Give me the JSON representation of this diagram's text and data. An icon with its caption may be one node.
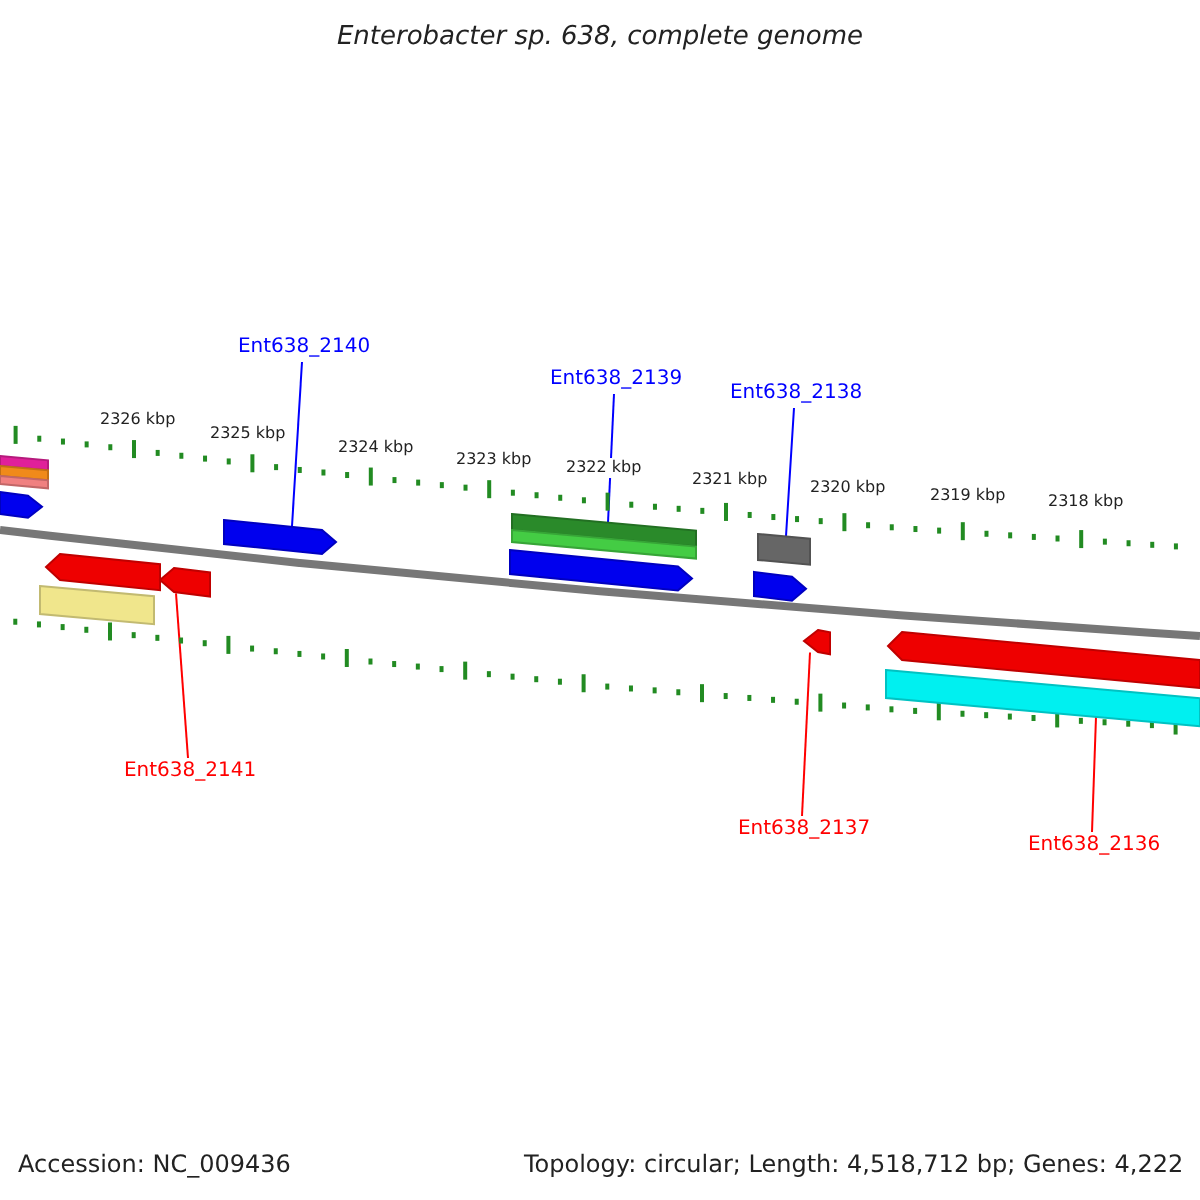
{
  "diagram": {
    "title": "Enterobacter sp. 638, complete genome",
    "nodes": [
      {
        "text": [
          "Ent638_2140"
        ]
      },
      {
        "text": [
          "Ent638_2139"
        ]
      },
      {
        "text": [
          "Ent638_2138"
        ]
      },
      {
        "text": [
          "Ent638_2141"
        ]
      },
      {
        "text": [
          "Ent638_2137"
        ]
      },
      {
        "text": [
          "Ent638_2136"
        ]
      },
      {
        "text": [],
        "shape": "bar"
      },
      {
        "text": [],
        "shape": "bar"
      },
      {
        "text": [],
        "shape": "bar"
      },
      {
        "text": [],
        "shape": "box"
      },
      {
        "text": [],
        "shape": "bar"
      },
      {
        "text": [],
        "shape": "box"
      },
      {
        "text": [],
        "shape": "box"
      },
      {
        "text": [],
        "shape": "box"
      },
      {
        "text": [],
        "shape": "box"
      },
      {
        "text": [],
        "shape": "bar"
      },
      {
        "text": [],
        "shape": "bar"
      },
      {
        "text": [],
        "shape": "bar"
      },
      {
        "text": [],
        "shape": "box"
      },
      {
        "text": [],
        "shape": "box"
      },
      {
        "text": [],
        "shape": "box"
      },
      {
        "text": [],
        "shape": "bar"
      }
    ],
    "edges": [
      {
        "from": 0,
        "to": 13,
        "arrow": "none",
        "color": "#0000ff"
      },
      {
        "from": 1,
        "to": 15,
        "arrow": "none",
        "color": "#0000ff"
      },
      {
        "from": 2,
        "to": 17,
        "arrow": "none",
        "color": "#0000ff"
      },
      {
        "from": 3,
        "to": 12,
        "arrow": "none",
        "color": "#ff0000"
      },
      {
        "from": 4,
        "to": 19,
        "arrow": "none",
        "color": "#ff0000"
      },
      {
        "from": 5,
        "to": 21,
        "arrow": "none",
        "color": "#ff0000"
      }
    ],
    "labels": [
      "2326 kbp",
      "2325 kbp",
      "2324 kbp",
      "2323 kbp",
      "2322 kbp",
      "2321 kbp",
      "2320 kbp",
      "2319 kbp",
      "2318 kbp",
      "Accession: NC_009436",
      "Topology: circular; Length: 4,518,712 bp; Genes: 4,222"
    ]
  }
}
